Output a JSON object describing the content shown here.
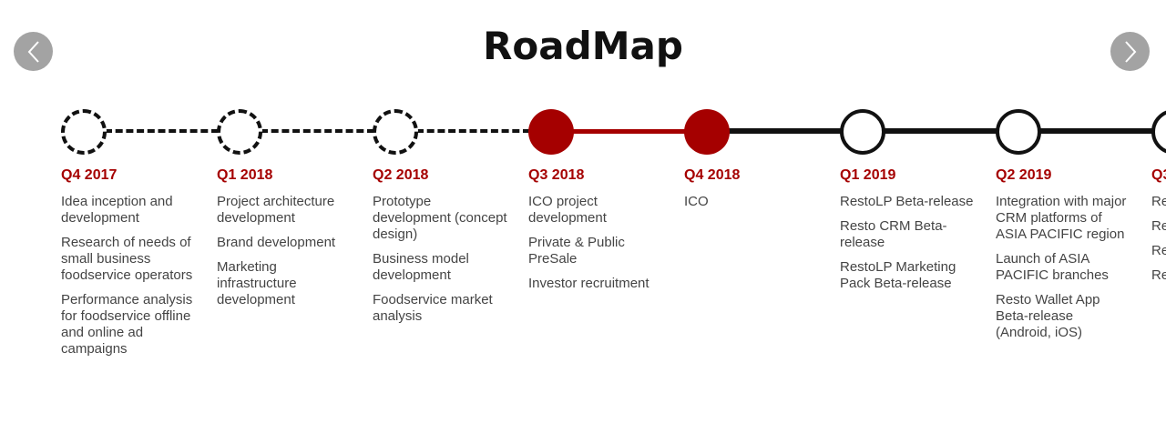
{
  "title": "RoadMap",
  "nav": {
    "prev_icon": "chevron-left-icon",
    "next_icon": "chevron-right-icon"
  },
  "colors": {
    "accent": "#a50000",
    "line": "#111111",
    "nav_bg": "#a3a3a3"
  },
  "milestones": [
    {
      "quarter": "Q4 2017",
      "status": "planned",
      "items": [
        "Idea inception and development",
        "Research of needs of small business foodservice operators",
        "Performance analysis for foodservice offline and online ad campaigns"
      ]
    },
    {
      "quarter": "Q1 2018",
      "status": "planned",
      "items": [
        "Project architecture development",
        "Brand development",
        "Marketing infrastructure development"
      ]
    },
    {
      "quarter": "Q2 2018",
      "status": "planned",
      "items": [
        "Prototype development (concept design)",
        "Business model development",
        "Foodservice market analysis"
      ]
    },
    {
      "quarter": "Q3 2018",
      "status": "current",
      "items": [
        "ICO project development",
        "Private & Public PreSale",
        "Investor recruitment"
      ]
    },
    {
      "quarter": "Q4 2018",
      "status": "current",
      "items": [
        "ICO"
      ]
    },
    {
      "quarter": "Q1 2019",
      "status": "future",
      "items": [
        "RestoLP Beta-release",
        "Resto CRM Beta-release",
        "RestoLP Marketing Pack Beta-release"
      ]
    },
    {
      "quarter": "Q2 2019",
      "status": "future",
      "items": [
        "Integration with major CRM platforms of ASIA PACIFIC region",
        "Launch of ASIA PACIFIC branches",
        "Resto Wallet App Beta-release (Android, iOS)"
      ]
    },
    {
      "quarter": "Q3",
      "status": "future",
      "items": [
        "Re",
        "Re",
        "Re Re",
        "Re fo on PA"
      ]
    }
  ]
}
